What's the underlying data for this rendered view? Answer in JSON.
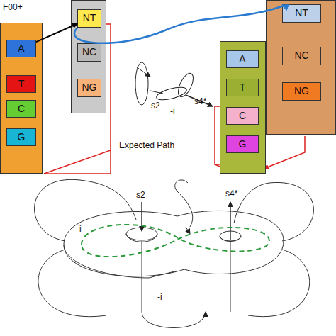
{
  "diagram": {
    "nodes": [
      {
        "text": []
      },
      {
        "text": [
          "A"
        ],
        "in": 0
      },
      {
        "text": [
          "T"
        ],
        "in": 0
      },
      {
        "text": [
          "C"
        ],
        "in": 0
      },
      {
        "text": [
          "G"
        ],
        "in": 0
      },
      {
        "text": []
      },
      {
        "text": [
          "NT"
        ],
        "in": 5
      },
      {
        "text": [
          "NC"
        ],
        "in": 5
      },
      {
        "text": [
          "NG"
        ],
        "in": 5
      },
      {
        "text": []
      },
      {
        "text": [
          "A"
        ],
        "in": 9
      },
      {
        "text": [
          "T"
        ],
        "in": 9
      },
      {
        "text": [
          "C"
        ],
        "in": 9
      },
      {
        "text": [
          "G"
        ],
        "in": 9
      },
      {
        "text": []
      },
      {
        "text": [
          "NT"
        ],
        "in": 14
      },
      {
        "text": [
          "NC"
        ],
        "in": 14
      },
      {
        "text": [
          "NG"
        ],
        "in": 14
      }
    ],
    "edges": [
      {
        "from": 1,
        "to": 6,
        "arrow": "to"
      },
      {
        "from": 6,
        "to": 15,
        "arrow": "to"
      }
    ],
    "labels": [
      "F00+",
      "Expected Path",
      "s2",
      "s4*",
      "-i",
      "s2",
      "s4*",
      "i",
      "-i"
    ]
  }
}
